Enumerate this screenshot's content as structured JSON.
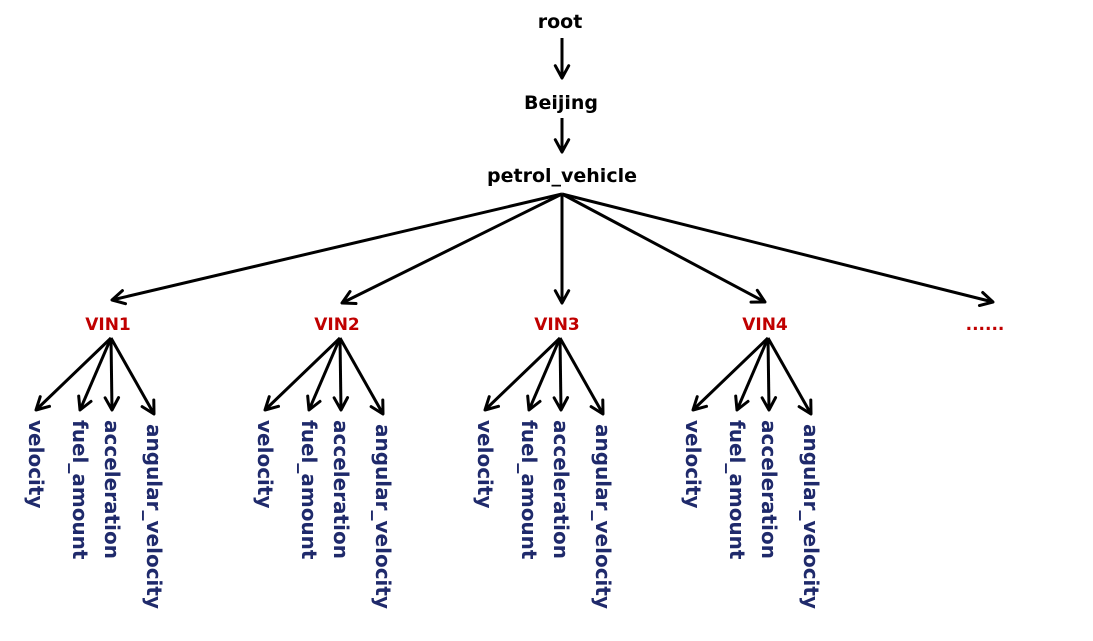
{
  "diagram": {
    "type": "tree",
    "colors": {
      "top_nodes": "#000000",
      "vin_nodes": "#c00000",
      "leaf_nodes": "#1f2a6b",
      "edges": "#000000"
    },
    "root": "root",
    "level1": "Beijing",
    "level2": "petrol_vehicle",
    "vins": [
      {
        "label": "VIN1",
        "children": [
          "velocity",
          "fuel_amount",
          "acceleration",
          "angular_velocity"
        ]
      },
      {
        "label": "VIN2",
        "children": [
          "velocity",
          "fuel_amount",
          "acceleration",
          "angular_velocity"
        ]
      },
      {
        "label": "VIN3",
        "children": [
          "velocity",
          "fuel_amount",
          "acceleration",
          "angular_velocity"
        ]
      },
      {
        "label": "VIN4",
        "children": [
          "velocity",
          "fuel_amount",
          "acceleration",
          "angular_velocity"
        ]
      }
    ],
    "more": "......"
  }
}
